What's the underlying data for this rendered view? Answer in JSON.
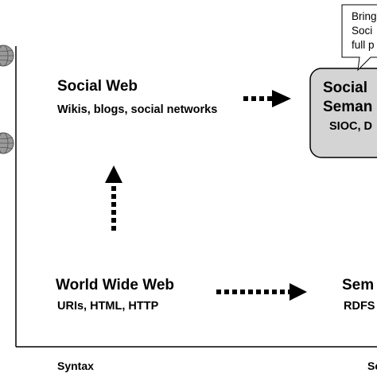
{
  "nodes": {
    "social_web": {
      "title": "Social Web",
      "subtitle": "Wikis, blogs, social networks"
    },
    "world_wide_web": {
      "title": "World Wide Web",
      "subtitle": "URIs, HTML, HTTP"
    },
    "social_semantic_web": {
      "title_line1": "Social",
      "title_line2": "Seman",
      "subtitle": "SIOC, D"
    },
    "semantic_web": {
      "title": "Sem",
      "subtitle": "RDFS"
    }
  },
  "callout": {
    "lines": [
      "Bring",
      "Soci",
      "full p"
    ]
  },
  "axis": {
    "x_label_left": "Syntax",
    "x_label_right": "Se"
  },
  "colors": {
    "box_fill": "#d4d4d4",
    "ink": "#000000",
    "globe": "#8a8a8a"
  },
  "icons": [
    "globe-icon",
    "globe-icon"
  ]
}
